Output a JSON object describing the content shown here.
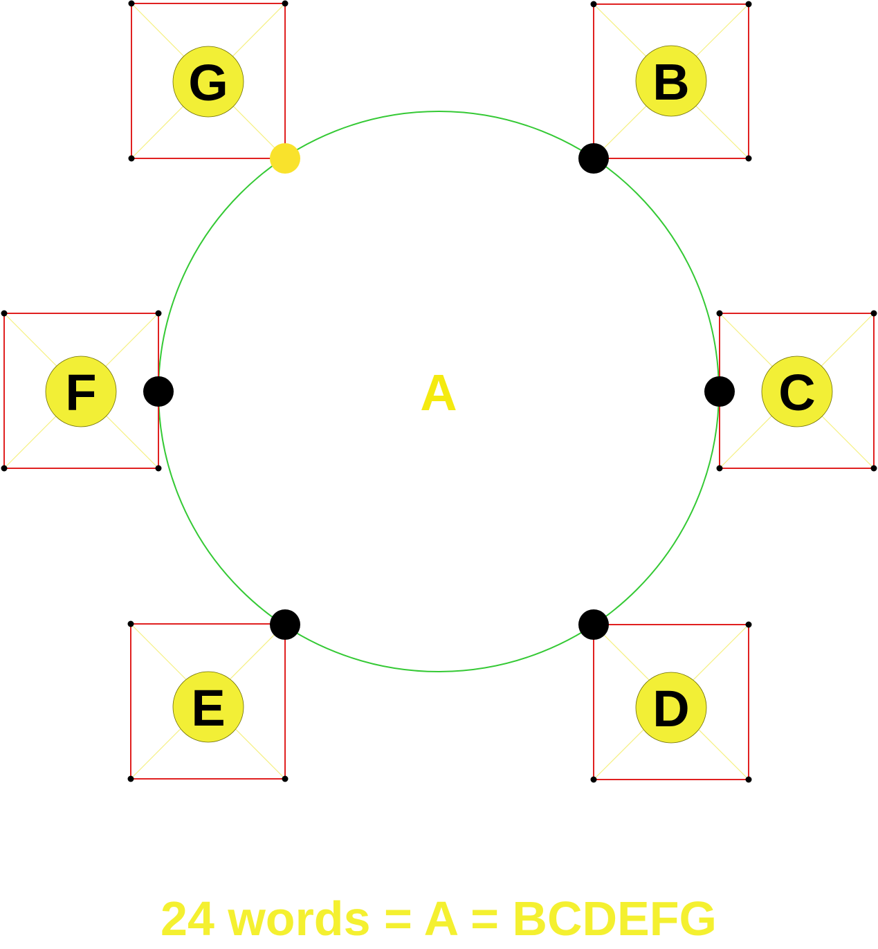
{
  "center": {
    "label": "A"
  },
  "nodes": [
    {
      "id": "G",
      "label": "G",
      "corner": "bottom-right",
      "ring_dot": "yellow"
    },
    {
      "id": "B",
      "label": "B",
      "corner": "bottom-left",
      "ring_dot": "black"
    },
    {
      "id": "F",
      "label": "F",
      "corner": "right",
      "ring_dot": "black"
    },
    {
      "id": "C",
      "label": "C",
      "corner": "left",
      "ring_dot": "black"
    },
    {
      "id": "E",
      "label": "E",
      "corner": "top-right",
      "ring_dot": "black"
    },
    {
      "id": "D",
      "label": "D",
      "corner": "top-left",
      "ring_dot": "black"
    }
  ],
  "caption": "24 words = A = BCDEFG",
  "colors": {
    "ring": "#34c934",
    "square_border": "#e02020",
    "diagonal": "#f5f080",
    "node_fill": "#f2ef36",
    "node_text": "#000000",
    "center_text": "#f4ea10",
    "caption_text": "#f4f030",
    "dot_black": "#000000",
    "dot_yellow": "#f9e22c"
  }
}
